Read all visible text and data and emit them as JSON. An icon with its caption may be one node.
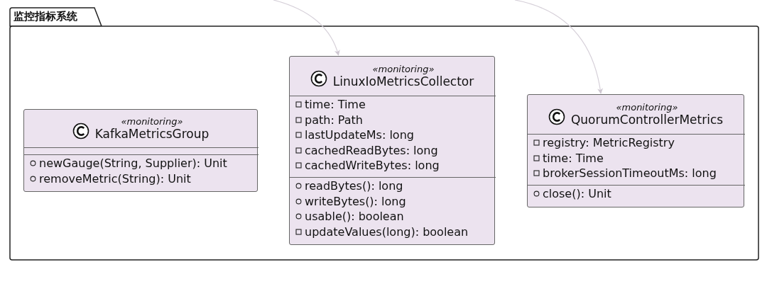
{
  "diagram": {
    "nodes": [
      {
        "text": [
          "监控指标系统"
        ]
      },
      {
        "text": [
          "«monitoring»",
          "KafkaMetricsGroup"
        ],
        "in": 0
      },
      {
        "text": [],
        "shape": "box",
        "in": 1
      },
      {
        "text": [
          "newGauge(String, Supplier): Unit",
          "removeMetric(String): Unit"
        ],
        "in": 1
      },
      {
        "text": [
          "«monitoring»",
          "LinuxIoMetricsCollector"
        ],
        "in": 0
      },
      {
        "text": [
          "time: Time",
          "path: Path",
          "lastUpdateMs: long",
          "cachedReadBytes: long",
          "cachedWriteBytes: long"
        ],
        "in": 4
      },
      {
        "text": [
          "readBytes(): long",
          "writeBytes(): long",
          "usable(): boolean",
          "updateValues(long): boolean"
        ],
        "in": 4
      },
      {
        "text": [
          "«monitoring»",
          "QuorumControllerMetrics"
        ],
        "in": 0
      },
      {
        "text": [
          "registry: MetricRegistry",
          "time: Time",
          "brokerSessionTimeoutMs: long"
        ],
        "in": 7
      },
      {
        "text": [
          "close(): Unit"
        ],
        "in": 7
      }
    ],
    "edges": [
      {
        "from": null,
        "to": 4,
        "arrow": "to"
      },
      {
        "from": null,
        "to": 7,
        "arrow": "to"
      }
    ]
  }
}
